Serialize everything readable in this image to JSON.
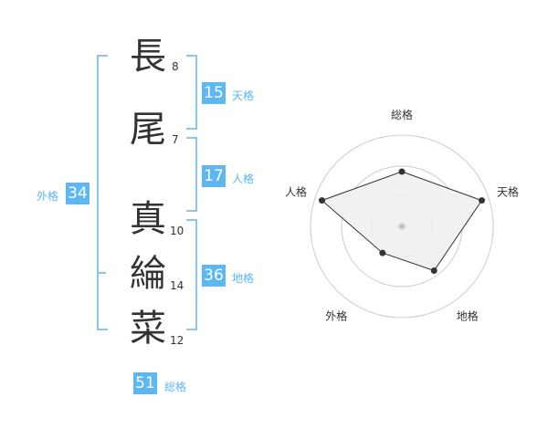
{
  "name": {
    "characters": [
      {
        "char": "長",
        "strokes": "8"
      },
      {
        "char": "尾",
        "strokes": "7"
      },
      {
        "char": "真",
        "strokes": "10"
      },
      {
        "char": "綸",
        "strokes": "14"
      },
      {
        "char": "菜",
        "strokes": "12"
      }
    ]
  },
  "fortunes": {
    "tenkaku": {
      "value": "15",
      "label": "天格"
    },
    "jinkaku": {
      "value": "17",
      "label": "人格"
    },
    "chikaku": {
      "value": "36",
      "label": "地格"
    },
    "gaikaku": {
      "value": "34",
      "label": "外格"
    },
    "soukaku": {
      "value": "51",
      "label": "総格"
    }
  },
  "colors": {
    "accent": "#5cb7f2",
    "bracket": "#8cc6ee",
    "radar_fill": "#f0f0f0",
    "radar_line": "#333333"
  },
  "radar": {
    "axes": [
      "総格",
      "天格",
      "地格",
      "外格",
      "人格"
    ],
    "levels": [
      0.6,
      0.92,
      0.6,
      0.36,
      0.92
    ],
    "max": 1
  }
}
